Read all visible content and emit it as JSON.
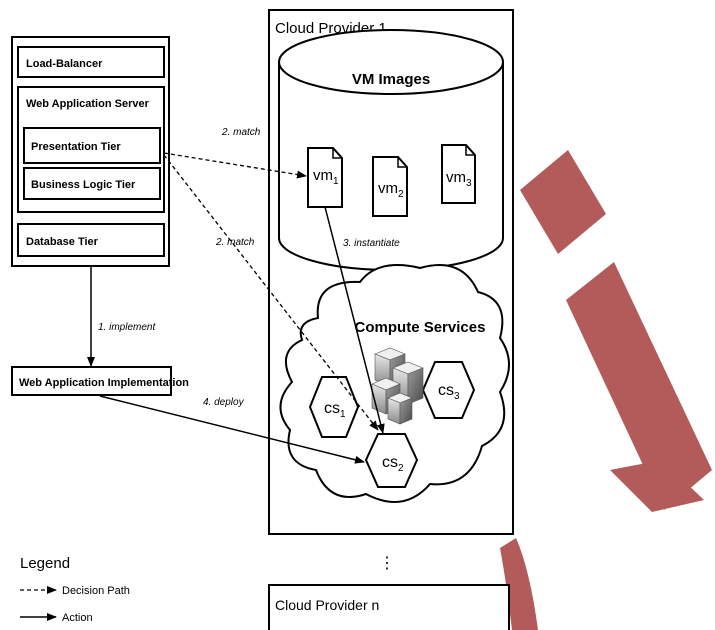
{
  "app_stack": {
    "load_balancer": "Load-Balancer",
    "web_app_server": "Web Application Server",
    "presentation_tier": "Presentation Tier",
    "business_logic_tier": "Business Logic Tier",
    "database_tier": "Database Tier"
  },
  "web_app_impl": "Web Application Implementation",
  "cloud_provider_1": {
    "title": "Cloud Provider 1",
    "vm_images_label": "VM Images",
    "vms": [
      {
        "base": "vm",
        "sub": "1"
      },
      {
        "base": "vm",
        "sub": "2"
      },
      {
        "base": "vm",
        "sub": "3"
      }
    ],
    "compute_services_label": "Compute Services",
    "compute_services": [
      {
        "base": "cs",
        "sub": "1"
      },
      {
        "base": "cs",
        "sub": "2"
      },
      {
        "base": "cs",
        "sub": "3"
      }
    ]
  },
  "ellipsis": "⋮",
  "cloud_provider_n": {
    "title": "Cloud Provider n"
  },
  "arrows": {
    "implement": "1. implement",
    "match_1": "2. match",
    "match_2": "2. match",
    "instantiate": "3. instantiate",
    "deploy": "4. deploy"
  },
  "legend": {
    "title": "Legend",
    "decision_path": "Decision Path",
    "action": "Action"
  },
  "colors": {
    "watermark": "#b35a5a",
    "stroke": "#000000",
    "text": "#1a1a1a"
  },
  "icons": {
    "compute": "server-cubes-icon"
  }
}
